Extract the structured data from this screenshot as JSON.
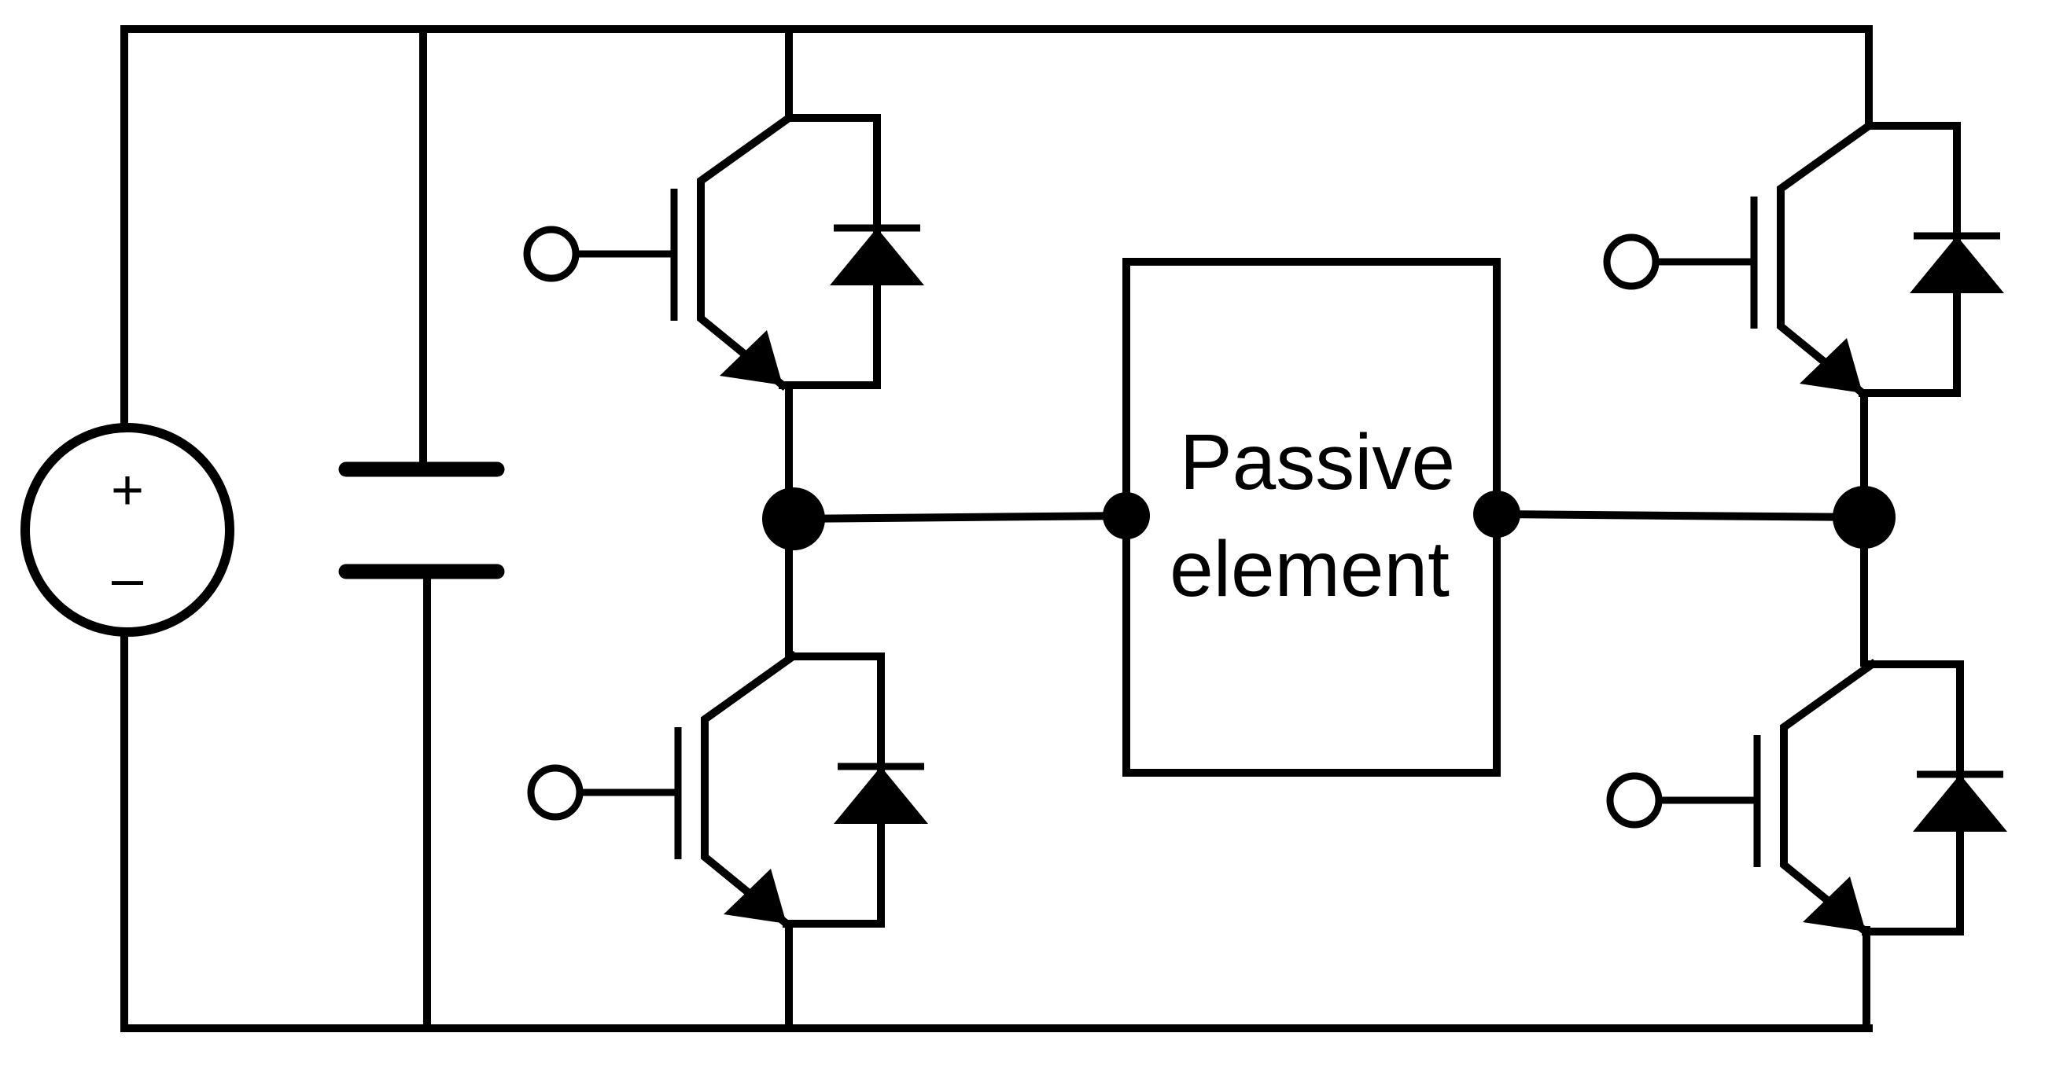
{
  "source": {
    "plus": "+",
    "minus": "–"
  },
  "passive_element": {
    "line1": "Passive",
    "line2": "element"
  },
  "components": {
    "source_icon": "dc-voltage-source",
    "capacitor_icon": "capacitor",
    "switch_icon": "igbt-with-antiparallel-diode",
    "switch_count": 4,
    "node_count": 4
  }
}
